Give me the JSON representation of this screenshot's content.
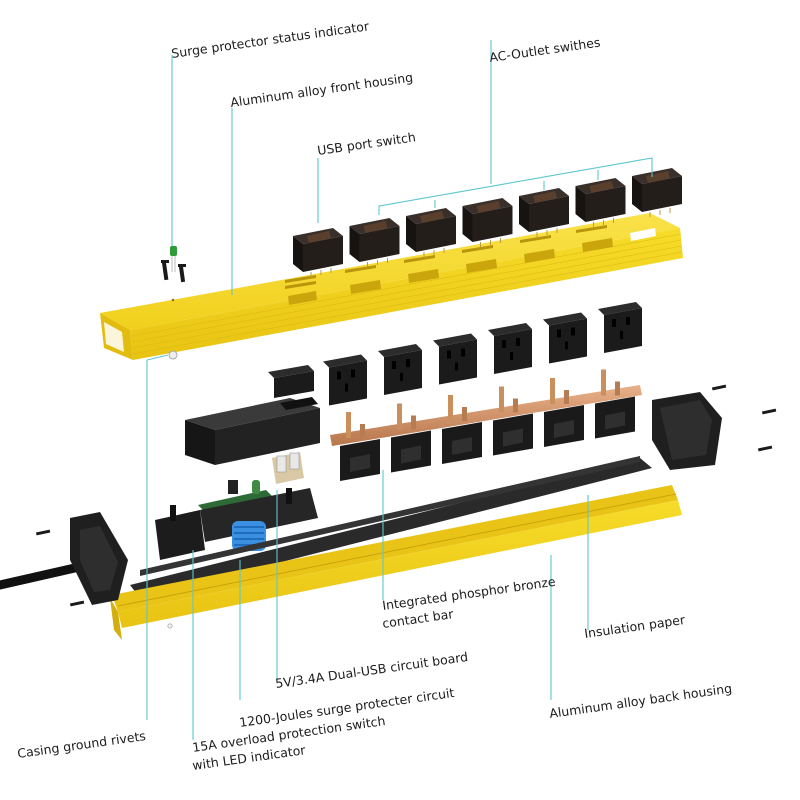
{
  "title": "Power strip exploded view",
  "colors": {
    "housing": "#f2d21c",
    "housing_dark": "#c9a90c",
    "switch": "#2b2624",
    "outlet": "#1e1e1e",
    "copper": "#d2946a",
    "leader": "#5cc6cf",
    "surge_coil": "#3b8fe0",
    "pcb": "#2d6a35"
  },
  "labels": {
    "surge_status": "Surge protector status indicator",
    "front_housing": "Aluminum alloy front housing",
    "ac_switches": "AC-Outlet swithes",
    "usb_switch": "USB port switch",
    "bronze_bar_line1": "Integrated phosphor bronze",
    "bronze_bar_line2": "contact bar",
    "insulation": "Insulation paper",
    "usb_board": "5V/3.4A Dual-USB circuit board",
    "surge_circuit": "1200-Joules surge protecter circuit",
    "back_housing": "Aluminum alloy back housing",
    "ground_rivets": "Casing ground rivets",
    "overload_line1": "15A overload protection switch",
    "overload_line2": "with LED indicator"
  },
  "components": {
    "ac_switch_count": 6,
    "usb_switch_count": 1,
    "ac_outlet_count": 6,
    "usb_outlet_count": 1
  }
}
